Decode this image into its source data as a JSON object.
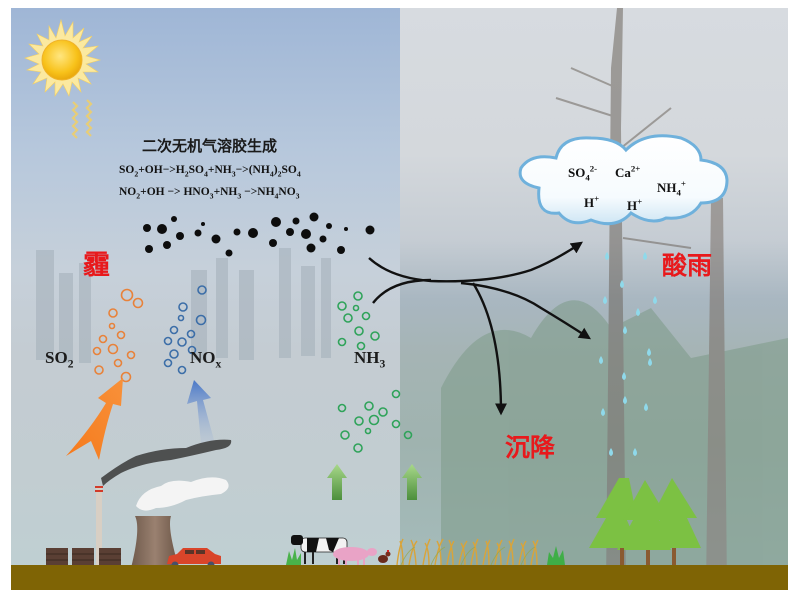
{
  "diagram": {
    "title": "二次无机气溶胶生成",
    "equations": {
      "so2": [
        "SO",
        "2",
        "+OH−>H",
        "2",
        "SO",
        "4",
        "+NH",
        "3",
        "−>(NH",
        "4",
        ")",
        "2",
        "SO",
        "4"
      ],
      "no2": [
        "NO",
        "2",
        "+OH −> HNO",
        "3",
        "+NH",
        "3",
        " −>NH",
        "4",
        "NO",
        "3"
      ]
    },
    "labels": {
      "haze": "霾",
      "acid_rain": "酸雨",
      "deposition": "沉降",
      "so2": {
        "base": "SO",
        "sub": "2"
      },
      "nox": {
        "base": "NO",
        "sub": "x"
      },
      "nh3": {
        "base": "NH",
        "sub": "3"
      }
    },
    "cloud_ions": [
      {
        "base": "SO",
        "sub": "4",
        "sup": "2-"
      },
      {
        "base": "Ca",
        "sub": "",
        "sup": "2+"
      },
      {
        "base": "NH",
        "sub": "4",
        "sup": "+"
      },
      {
        "base": "H",
        "sub": "",
        "sup": "+"
      },
      {
        "base": "H",
        "sub": "",
        "sup": "+"
      }
    ],
    "sources": {
      "industry": "factory-and-power-plant",
      "traffic": "car",
      "agriculture": [
        "cow",
        "pig",
        "rooster",
        "rice-crops"
      ],
      "vegetation": "pine-trees"
    },
    "colors": {
      "so2": "#e8823a",
      "nox": "#3c6ea8",
      "nh3": "#2fa35a",
      "red_label": "#e8191c",
      "ground": "#7f6405",
      "cloud_edge": "#6fb1dc",
      "raindrop": "#8fd9ea"
    }
  }
}
